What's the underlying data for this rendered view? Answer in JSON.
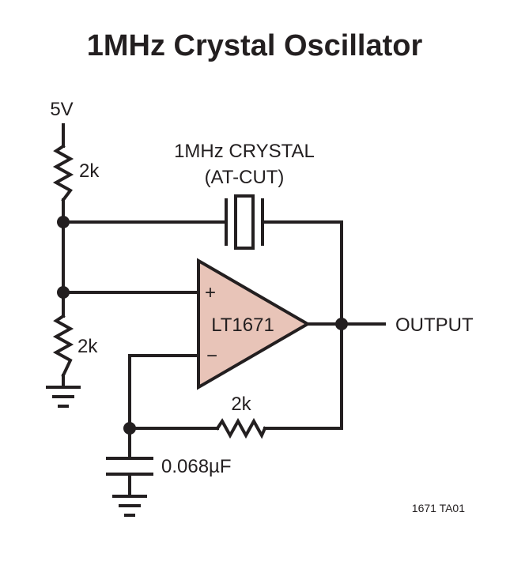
{
  "title": "1MHz Crystal Oscillator",
  "labels": {
    "supply": "5V",
    "r_top": "2k",
    "r_bottom": "2k",
    "r_feedback": "2k",
    "crystal_line1": "1MHz CRYSTAL",
    "crystal_line2": "(AT-CUT)",
    "opamp": "LT1671",
    "plus": "+",
    "minus": "−",
    "output": "OUTPUT",
    "capacitor": "0.068µF",
    "figure_id": "1671 TA01"
  },
  "colors": {
    "line": "#231f20",
    "opamp_fill": "#e8c4b8"
  }
}
